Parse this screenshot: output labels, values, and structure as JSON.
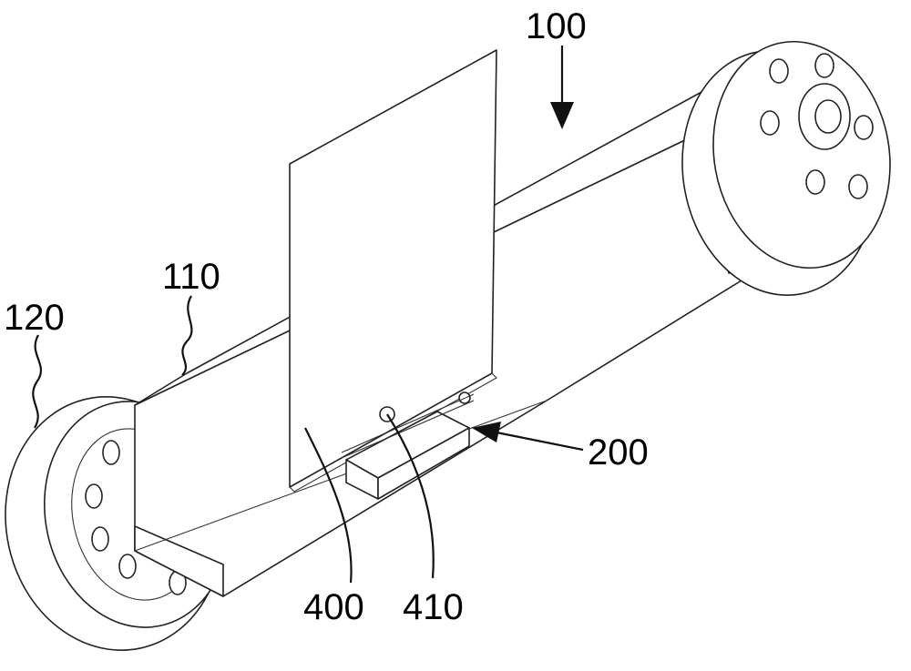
{
  "figure": {
    "labels": {
      "assembly": "100",
      "beam": "110",
      "wheel": "120",
      "bracket": "200",
      "panel": "400",
      "hole": "410"
    }
  }
}
